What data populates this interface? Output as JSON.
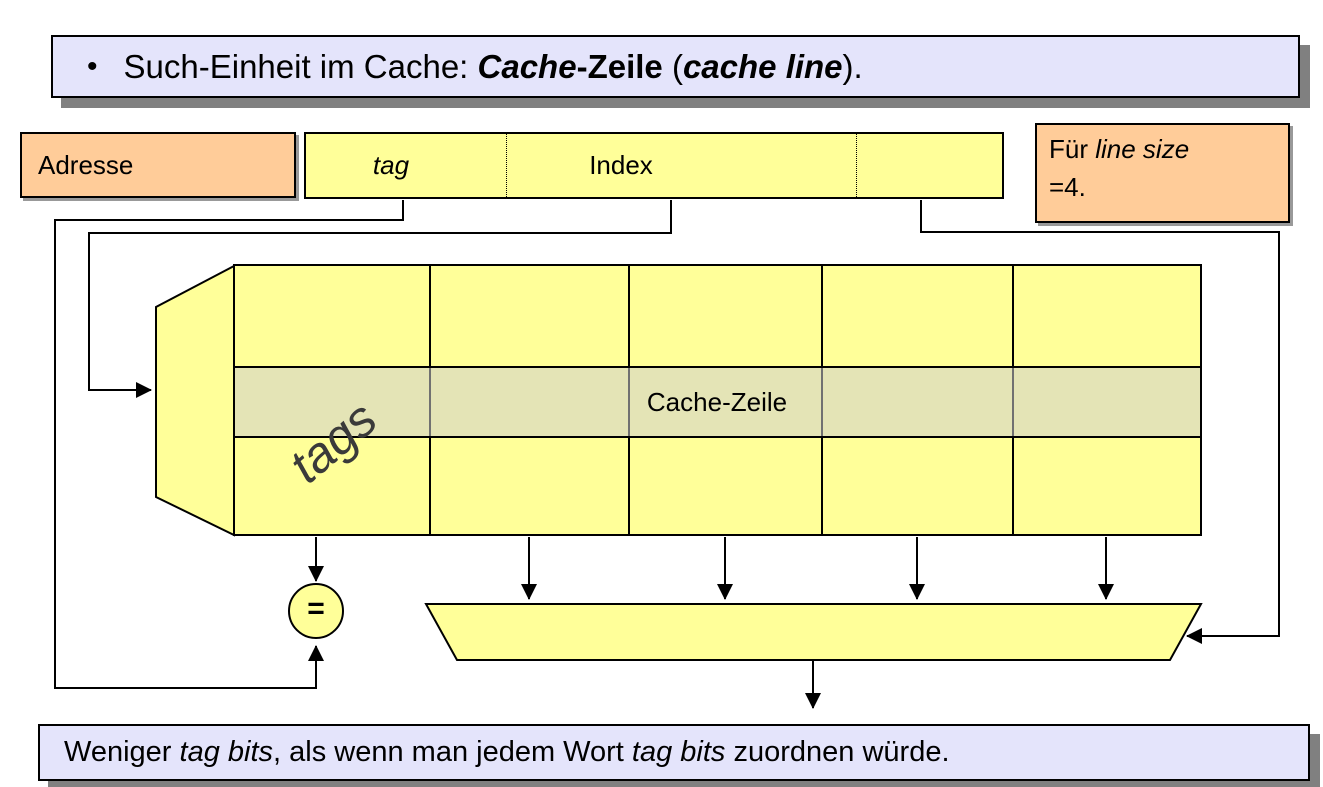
{
  "top_banner": {
    "bullet": "•",
    "t1": "Such-Einheit im Cache: ",
    "t2": "Cache",
    "t3": "-Zeile",
    "t4": " (",
    "t5": "cache line",
    "t6": ")."
  },
  "address_box": {
    "label": "Adresse"
  },
  "address_fields": {
    "tag": "tag",
    "index": "Index"
  },
  "linesize_note": {
    "l1a": "Für ",
    "l1b": "line size",
    "l2": "=4."
  },
  "cache": {
    "tags_label": "tags",
    "row_label": "Cache-Zeile",
    "grid_columns": 5,
    "grid_rows": 3
  },
  "comparator": {
    "symbol": "="
  },
  "bottom_banner": {
    "t1": "Weniger ",
    "t2": "tag bits",
    "t3": ", als wenn man jedem Wort ",
    "t4": "tag bits",
    "t5": " zuordnen würde."
  },
  "colors": {
    "yellow": "#FFFF99",
    "orange": "#FFCC99",
    "lavender": "#E4E4FB",
    "shadow_gray": "#808080",
    "highlight_row": "rgba(205,205,205,0.55)",
    "tags_text": "#3A3A3A",
    "line": "#000000"
  }
}
